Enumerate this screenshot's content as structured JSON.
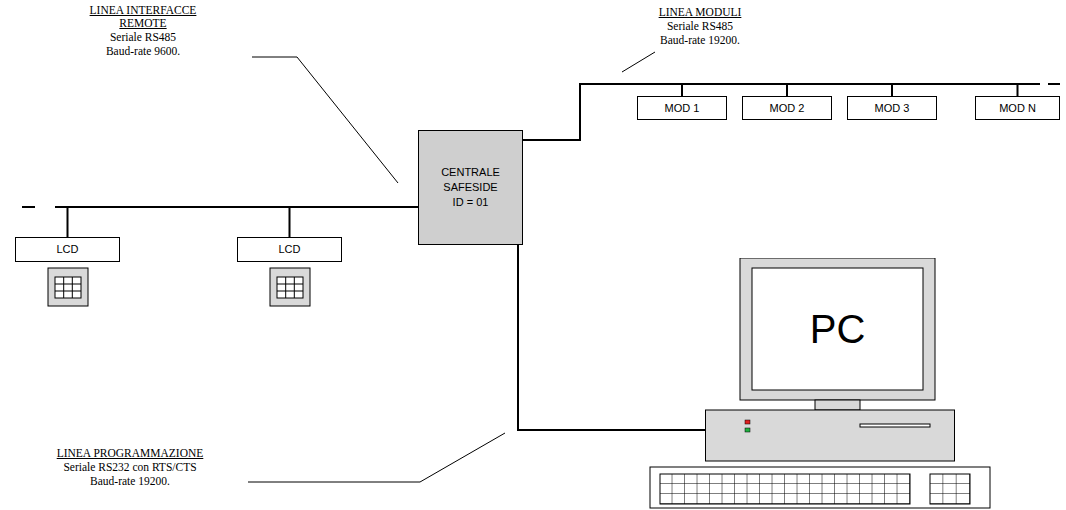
{
  "diagram": {
    "nodes": [
      {
        "text": [
          "CENTRALE SAFESIDE ID = 01"
        ]
      },
      {
        "text": [
          "MOD 1"
        ]
      },
      {
        "text": [
          "MOD 2"
        ]
      },
      {
        "text": [
          "MOD 3"
        ]
      },
      {
        "text": [
          "MOD N"
        ]
      },
      {
        "text": [
          "LCD"
        ]
      },
      {
        "text": [
          "LCD"
        ]
      },
      {
        "text": [
          "PC"
        ]
      }
    ],
    "edges": [
      {
        "from": 0,
        "to": 1,
        "arrow": "none"
      },
      {
        "from": 0,
        "to": 2,
        "arrow": "none"
      },
      {
        "from": 0,
        "to": 3,
        "arrow": "none"
      },
      {
        "from": 0,
        "to": 4,
        "arrow": "none"
      },
      {
        "from": 0,
        "to": 5,
        "arrow": "none"
      },
      {
        "from": 0,
        "to": 6,
        "arrow": "none"
      },
      {
        "from": 0,
        "to": 7,
        "arrow": "none"
      }
    ],
    "labels": [
      "LINEA INTERFACCE REMOTE",
      "Seriale RS485",
      "Baud-rate 9600.",
      "LINEA MODULI",
      "Seriale RS485",
      "Baud-rate 19200.",
      "LINEA PROGRAMMAZIONE",
      "Seriale RS232 con RTS/CTS",
      "Baud-rate 19200."
    ]
  }
}
